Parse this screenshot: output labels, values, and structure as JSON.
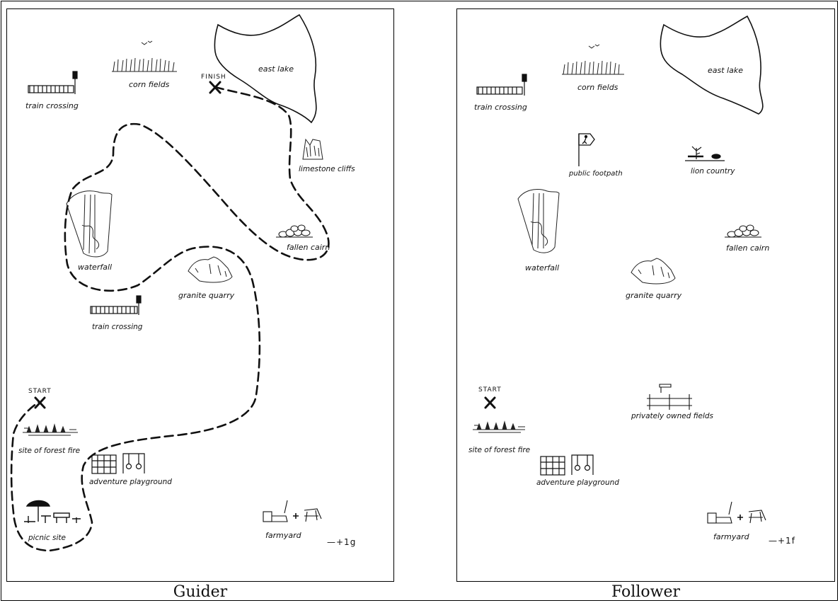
{
  "guider": {
    "caption": "Guider",
    "labels": {
      "finish": "FINISH",
      "start": "START",
      "east_lake": "east lake",
      "corn_fields": "corn fields",
      "train_crossing_top": "train crossing",
      "limestone_cliffs": "limestone cliffs",
      "waterfall": "waterfall",
      "fallen_cairn": "fallen cairn",
      "granite_quarry": "granite quarry",
      "train_crossing_mid": "train crossing",
      "site_of_forest_fire": "site of forest fire",
      "adventure_playground": "adventure playground",
      "picnic_site": "picnic site",
      "farmyard": "farmyard",
      "code": "—+1g"
    }
  },
  "follower": {
    "caption": "Follower",
    "labels": {
      "east_lake": "east lake",
      "corn_fields": "corn fields",
      "train_crossing": "train crossing",
      "public_footpath": "public footpath",
      "lion_country": "lion country",
      "waterfall": "waterfall",
      "fallen_cairn": "fallen cairn",
      "granite_quarry": "granite quarry",
      "start": "START",
      "privately_owned_fields": "privately owned fields",
      "site_of_forest_fire": "site of forest fire",
      "adventure_playground": "adventure playground",
      "farmyard": "farmyard",
      "code": "—+1f"
    }
  }
}
